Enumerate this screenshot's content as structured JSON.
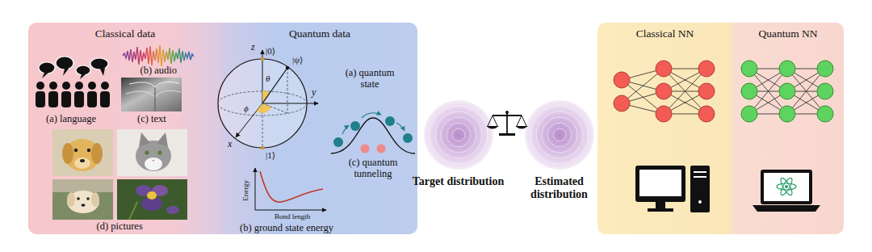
{
  "diagram": {
    "nodes": [
      {
        "text": [
          "Classical data"
        ]
      },
      {
        "text": [
          "Quantum data"
        ]
      },
      {
        "text": [
          "Target distribution"
        ]
      },
      {
        "text": [
          "Estimated distribution"
        ]
      },
      {
        "text": [
          "Classical NN"
        ]
      },
      {
        "text": [
          "Quantum NN"
        ]
      }
    ],
    "labels": [
      "(a) language",
      "(b) audio",
      "(c) text",
      "(d) pictures",
      "(a) quantum state",
      "(c) quantum tunneling",
      "(b) ground state energy",
      "z",
      "|0⟩",
      "y",
      "x",
      "|1⟩",
      "|ψ⟩",
      "θ",
      "ϕ",
      "Energy",
      "Bond length"
    ]
  }
}
